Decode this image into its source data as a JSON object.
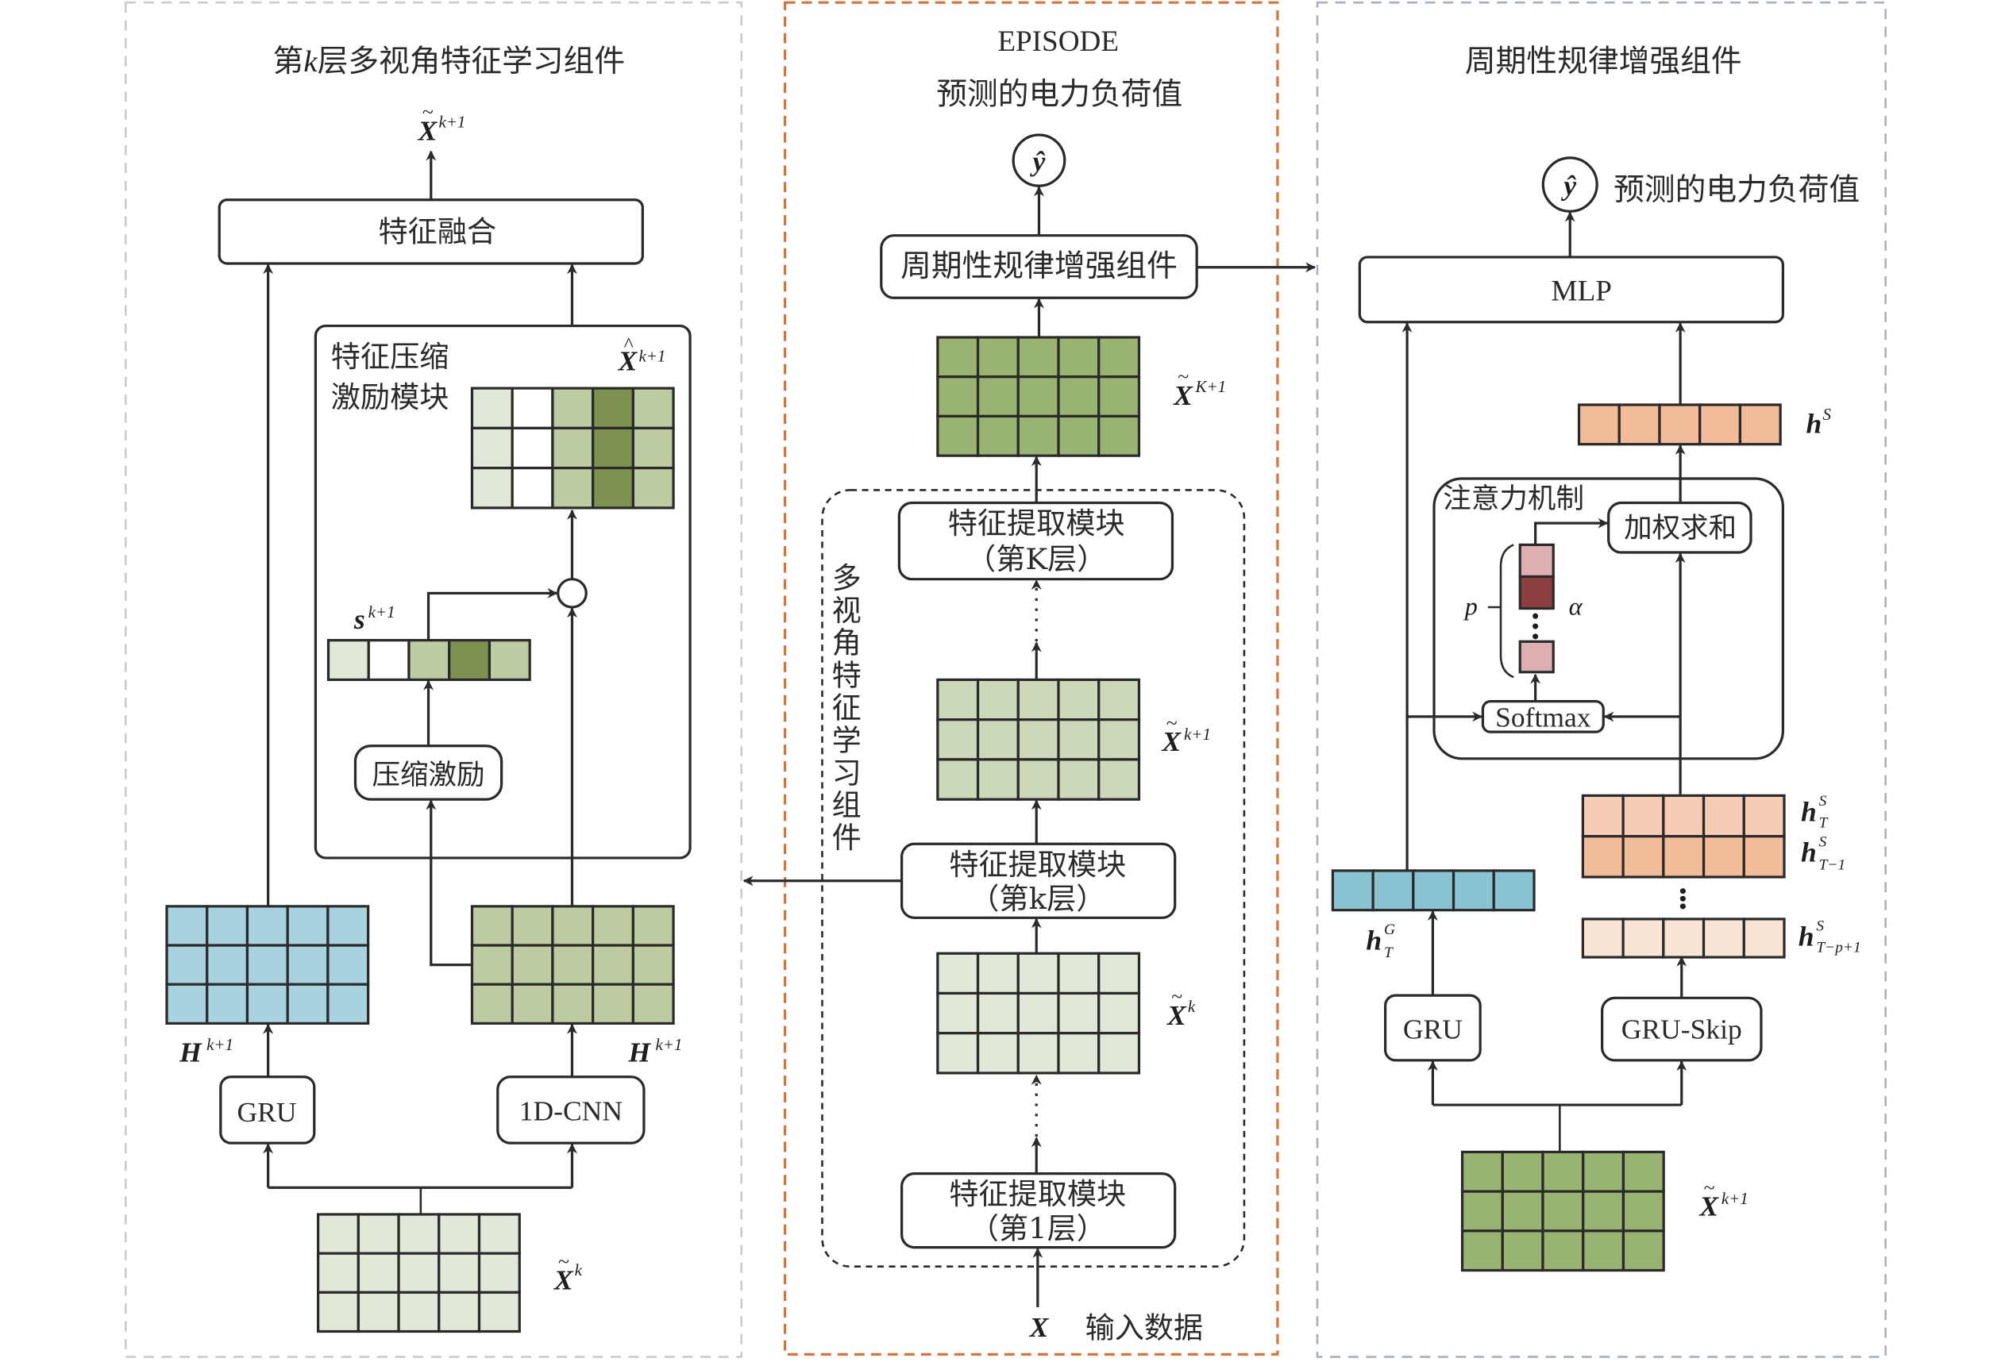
{
  "colors": {
    "panel_gray_dash": "#c8ccd0",
    "panel_orange_dash": "#d4763a",
    "panel_blue_gray_dash": "#a8b0bc",
    "ink": "#2a2a2a",
    "green_light": "#e2e8d8",
    "green_mid": "#bccca0",
    "green_dark": "#7c924e",
    "green_medium": "#ccd9b8",
    "green_strong": "#98b470",
    "blue_light": "#a8d2de",
    "teal": "#88c4d2",
    "orange": "#f2bc98",
    "orange_light": "#f6ccb4",
    "orange_lightest": "#fae4d6",
    "pink": "#dcb0b2",
    "dark_red": "#8b3e3c",
    "white": "#ffffff"
  },
  "left_panel": {
    "title_pre": "第",
    "title_k": "k",
    "title_post": "层多视角特征学习组件",
    "output_label": {
      "base": "X",
      "accent": "~",
      "sup": "k+1"
    },
    "fusion_box": "特征融合",
    "se_module_title_line1": "特征压缩",
    "se_module_title_line2": "激励模块",
    "xhat_label": {
      "base": "X",
      "accent": "^",
      "sup": "k+1"
    },
    "s_label": {
      "base": "s",
      "sup": "k+1"
    },
    "squeeze_box": "压缩激励",
    "h_gru_label": {
      "base": "H",
      "sup": "k+1"
    },
    "h_cnn_label": {
      "base": "H",
      "sup": "k+1"
    },
    "gru_box": "GRU",
    "cnn_box": "1D-CNN",
    "input_label": {
      "base": "X",
      "accent": "~",
      "sup": "k"
    },
    "xhat_grid_columns": [
      "green_light",
      "white",
      "green_mid",
      "green_dark",
      "green_mid"
    ],
    "s_vector": [
      "green_light",
      "white",
      "green_mid",
      "green_dark",
      "green_mid"
    ]
  },
  "middle_panel": {
    "title": "EPISODE",
    "output_caption": "预测的电力负荷值",
    "yhat": "ŷ",
    "periodic_box": "周期性规律增强组件",
    "xK_label": {
      "base": "X",
      "accent": "~",
      "sup": "K+1"
    },
    "module_K_line1": "特征提取模块",
    "module_K_line2": "（第K层）",
    "xk1_label": {
      "base": "X",
      "accent": "~",
      "sup": "k+1"
    },
    "module_k_line1": "特征提取模块",
    "module_k_line2": "（第k层）",
    "xk_label": {
      "base": "X",
      "accent": "~",
      "sup": "k"
    },
    "module_1_line1": "特征提取模块",
    "module_1_line2": "（第1层）",
    "vertical_label": [
      "多",
      "视",
      "角",
      "特",
      "征",
      "学",
      "习",
      "组",
      "件"
    ],
    "input_symbol": "X",
    "input_caption": "输入数据"
  },
  "right_panel": {
    "title": "周期性规律增强组件",
    "yhat": "ŷ",
    "output_caption": "预测的电力负荷值",
    "mlp_box": "MLP",
    "hs_label": {
      "base": "h",
      "sup": "S"
    },
    "attention_title": "注意力机制",
    "weighted_sum_box": "加权求和",
    "p_label": "p",
    "alpha_label": "α",
    "softmax_box": "Softmax",
    "hT_label": {
      "base": "h",
      "sup": "S",
      "sub": "T"
    },
    "hT1_label": {
      "base": "h",
      "sup": "S",
      "sub": "T−1"
    },
    "hTp_label": {
      "base": "h",
      "sup": "S",
      "sub": "T−p+1"
    },
    "hG_label": {
      "base": "h",
      "sup": "G",
      "sub": "T"
    },
    "gru_box": "GRU",
    "gru_skip_box": "GRU-Skip",
    "input_label": {
      "base": "X",
      "accent": "~",
      "sup": "k+1"
    },
    "alpha_cells": [
      "pink",
      "dark_red",
      "pink"
    ]
  }
}
